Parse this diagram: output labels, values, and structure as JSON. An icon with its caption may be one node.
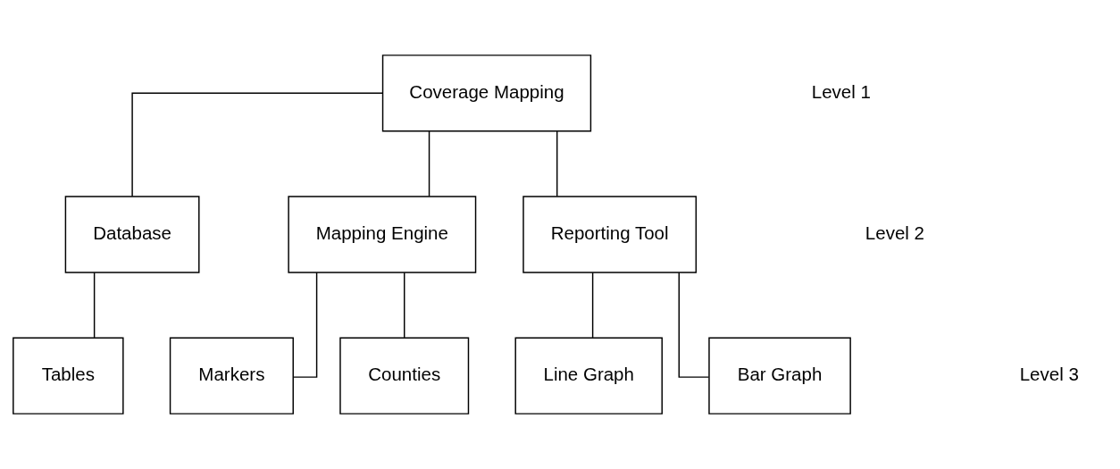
{
  "diagram": {
    "nodes": [
      {
        "text": [
          "Coverage Mapping"
        ]
      },
      {
        "text": [
          "Database"
        ]
      },
      {
        "text": [
          "Mapping Engine"
        ]
      },
      {
        "text": [
          "Reporting Tool"
        ]
      },
      {
        "text": [
          "Tables"
        ]
      },
      {
        "text": [
          "Markers"
        ]
      },
      {
        "text": [
          "Counties"
        ]
      },
      {
        "text": [
          "Line Graph"
        ]
      },
      {
        "text": [
          "Bar Graph"
        ]
      }
    ],
    "edges": [
      {
        "from": 0,
        "to": 1,
        "arrow": "none"
      },
      {
        "from": 0,
        "to": 2,
        "arrow": "none"
      },
      {
        "from": 0,
        "to": 3,
        "arrow": "none"
      },
      {
        "from": 1,
        "to": 4,
        "arrow": "none"
      },
      {
        "from": 2,
        "to": 5,
        "arrow": "none"
      },
      {
        "from": 2,
        "to": 6,
        "arrow": "none"
      },
      {
        "from": 3,
        "to": 7,
        "arrow": "none"
      },
      {
        "from": 3,
        "to": 8,
        "arrow": "none"
      }
    ],
    "labels": [
      "Level 1",
      "Level 2",
      "Level 3"
    ]
  }
}
